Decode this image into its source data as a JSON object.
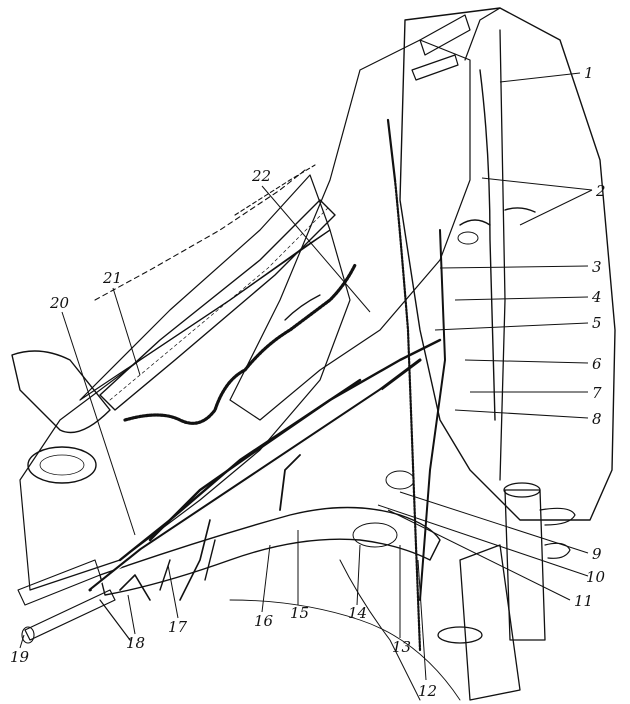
{
  "figure": {
    "labels": [
      "1",
      "2",
      "3",
      "4",
      "5",
      "6",
      "7",
      "8",
      "9",
      "10",
      "11",
      "12",
      "13",
      "14",
      "15",
      "16",
      "17",
      "18",
      "19",
      "20",
      "21",
      "22"
    ]
  }
}
